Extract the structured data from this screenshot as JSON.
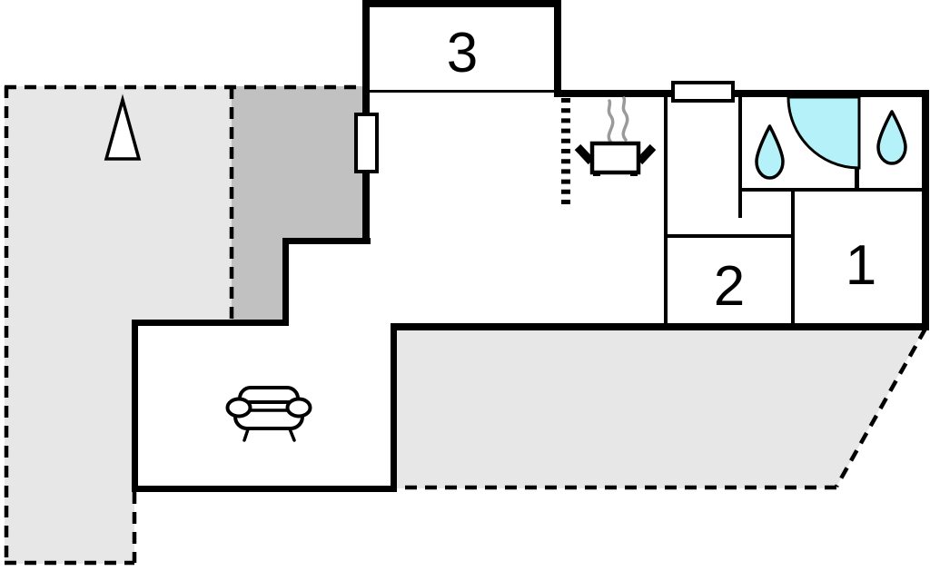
{
  "floor_plan": {
    "rooms": [
      {
        "number": "1"
      },
      {
        "number": "2"
      },
      {
        "number": "3"
      }
    ],
    "colors": {
      "wall": "#000000",
      "terrace_light": "#e7e7e7",
      "terrace_dark": "#c1c1c1",
      "water": "#b4f1f8",
      "steam": "#9a9a9a",
      "fixture_fill": "#ffffff",
      "background": "#ffffff"
    },
    "icons": [
      "north-arrow-icon",
      "window-icon",
      "kitchen-divider-dashes",
      "stove-pot-icon",
      "steam-icon",
      "shower-icon",
      "water-drop-icon",
      "sofa-icon"
    ]
  }
}
